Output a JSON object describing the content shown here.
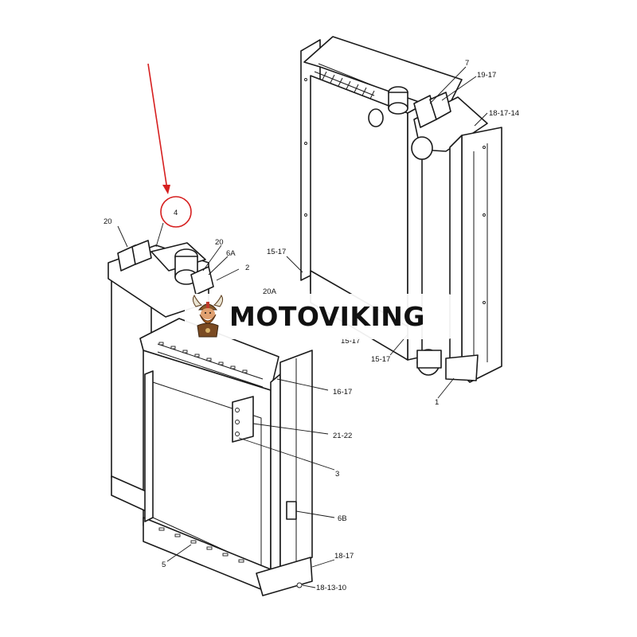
{
  "watermark": {
    "text": "MOTOVIKING"
  },
  "highlight": {
    "label": "4",
    "color": "#d61f1f"
  },
  "callouts": {
    "c7": "7",
    "c19_17": "19-17",
    "c18_17_14": "18-17-14",
    "c20_left": "20",
    "c20_mid": "20",
    "c6A": "6A",
    "c2": "2",
    "c15_17_upper": "15-17",
    "c20A": "20A",
    "c15_17_right": "15-17",
    "c15_17_lower": "15-17",
    "c1": "1",
    "c16_17": "16-17",
    "c21_22": "21-22",
    "c3": "3",
    "c6B": "6B",
    "c5": "5",
    "c18_17": "18-17",
    "c18_13_10": "18-13-10"
  },
  "colors": {
    "line": "#1a1a1a",
    "arrow": "#d61f1f"
  }
}
